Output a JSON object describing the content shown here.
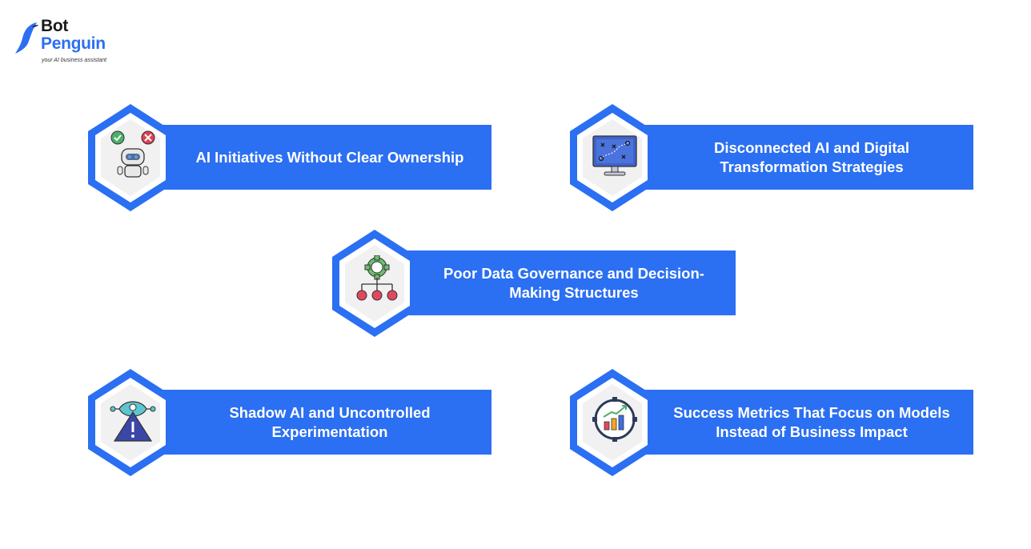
{
  "brand": {
    "name_line1": "Bot",
    "name_line2": "Penguin",
    "tagline": "your AI business assistant",
    "color_dark": "#1a1a1a",
    "color_accent": "#2b6ff2"
  },
  "colors": {
    "banner": "#2b6ff2",
    "hex_outer": "#2b6ff2",
    "hex_inner": "#ffffff"
  },
  "cards": [
    {
      "label": "AI Initiatives Without Clear Ownership",
      "icon": "robot-decision-icon"
    },
    {
      "label": "Disconnected AI and Digital Transformation Strategies",
      "icon": "strategy-monitor-icon"
    },
    {
      "label": "Poor Data Governance and Decision-Making Structures",
      "icon": "gear-hierarchy-icon"
    },
    {
      "label": "Shadow AI and Uncontrolled Experimentation",
      "icon": "warning-eye-icon"
    },
    {
      "label": "Success Metrics That Focus on Models Instead of Business Impact",
      "icon": "growth-chart-icon"
    }
  ]
}
